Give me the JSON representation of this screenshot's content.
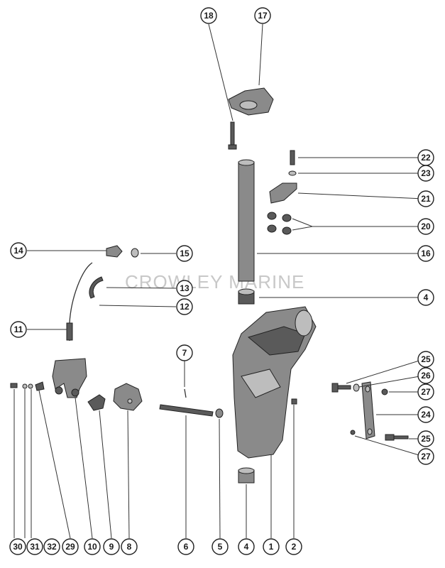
{
  "watermark": "CROWLEY MARINE",
  "callouts": {
    "c1": "1",
    "c2": "2",
    "c4a": "4",
    "c4b": "4",
    "c5": "5",
    "c6": "6",
    "c7": "7",
    "c8": "8",
    "c9": "9",
    "c10": "10",
    "c11": "11",
    "c12": "12",
    "c13": "13",
    "c14": "14",
    "c15": "15",
    "c16": "16",
    "c17": "17",
    "c18": "18",
    "c20": "20",
    "c21": "21",
    "c22": "22",
    "c23": "23",
    "c24": "24",
    "c25a": "25",
    "c25b": "25",
    "c26": "26",
    "c27a": "27",
    "c27b": "27",
    "c29": "29",
    "c30": "30",
    "c31": "31",
    "c32": "32"
  }
}
